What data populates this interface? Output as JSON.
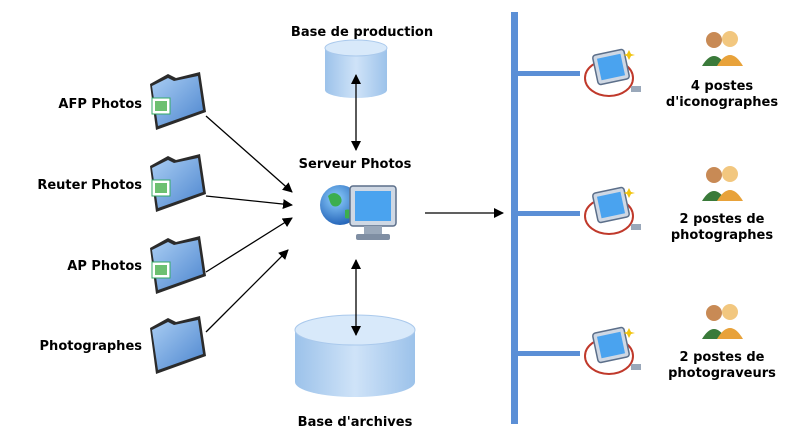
{
  "sources": [
    {
      "label": "AFP Photos"
    },
    {
      "label": "Reuter Photos"
    },
    {
      "label": "AP Photos"
    },
    {
      "label": "Photographes"
    }
  ],
  "databases": {
    "production": "Base de production",
    "archives": "Base d'archives"
  },
  "server": {
    "label": "Serveur Photos"
  },
  "workstations": [
    {
      "line1": "4 postes",
      "line2": "d'iconographes"
    },
    {
      "line1": "2 postes de",
      "line2": "photographes"
    },
    {
      "line1": "2 postes de",
      "line2": "photograveurs"
    }
  ],
  "colors": {
    "bus": "#5b8fd6",
    "db_fill": "#b6d3f2",
    "db_top": "#d5e7f9",
    "folder": "#6aa0e0",
    "arrow": "#000000"
  }
}
